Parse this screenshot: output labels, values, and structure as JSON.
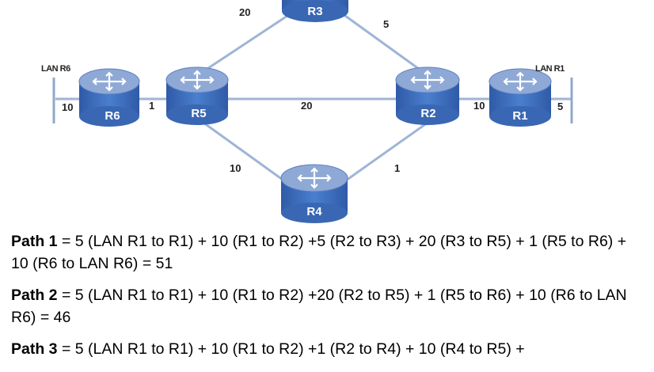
{
  "diagram": {
    "routers": {
      "r1": "R1",
      "r2": "R2",
      "r3": "R3",
      "r4": "R4",
      "r5": "R5",
      "r6": "R6"
    },
    "lans": {
      "lan_r6": "LAN R6",
      "lan_r1": "LAN R1"
    },
    "costs": {
      "r3_r5": "20",
      "r3_r2": "5",
      "r6_lan": "10",
      "r6_r5": "1",
      "r5_r2": "20",
      "r2_r1": "10",
      "r1_lan": "5",
      "r5_r4": "10",
      "r4_r2": "1"
    },
    "colors": {
      "router_top": "#8fa9d6",
      "router_body": "#3f6fbf",
      "link": "#9fb5d6"
    }
  },
  "paths": [
    {
      "label": "Path 1",
      "text": " = 5 (LAN R1 to R1) + 10 (R1 to R2) +5 (R2 to R3) + 20 (R3 to R5) + 1 (R5 to R6) + 10 (R6 to LAN R6) = 51"
    },
    {
      "label": "Path 2",
      "text": " = 5 (LAN R1 to R1) + 10 (R1 to R2) +20 (R2 to R5) + 1 (R5 to R6) + 10 (R6 to LAN R6) = 46"
    },
    {
      "label": "Path 3",
      "text": " = 5 (LAN R1 to R1) + 10 (R1 to R2) +1 (R2 to R4) + 10 (R4 to R5) +"
    }
  ]
}
